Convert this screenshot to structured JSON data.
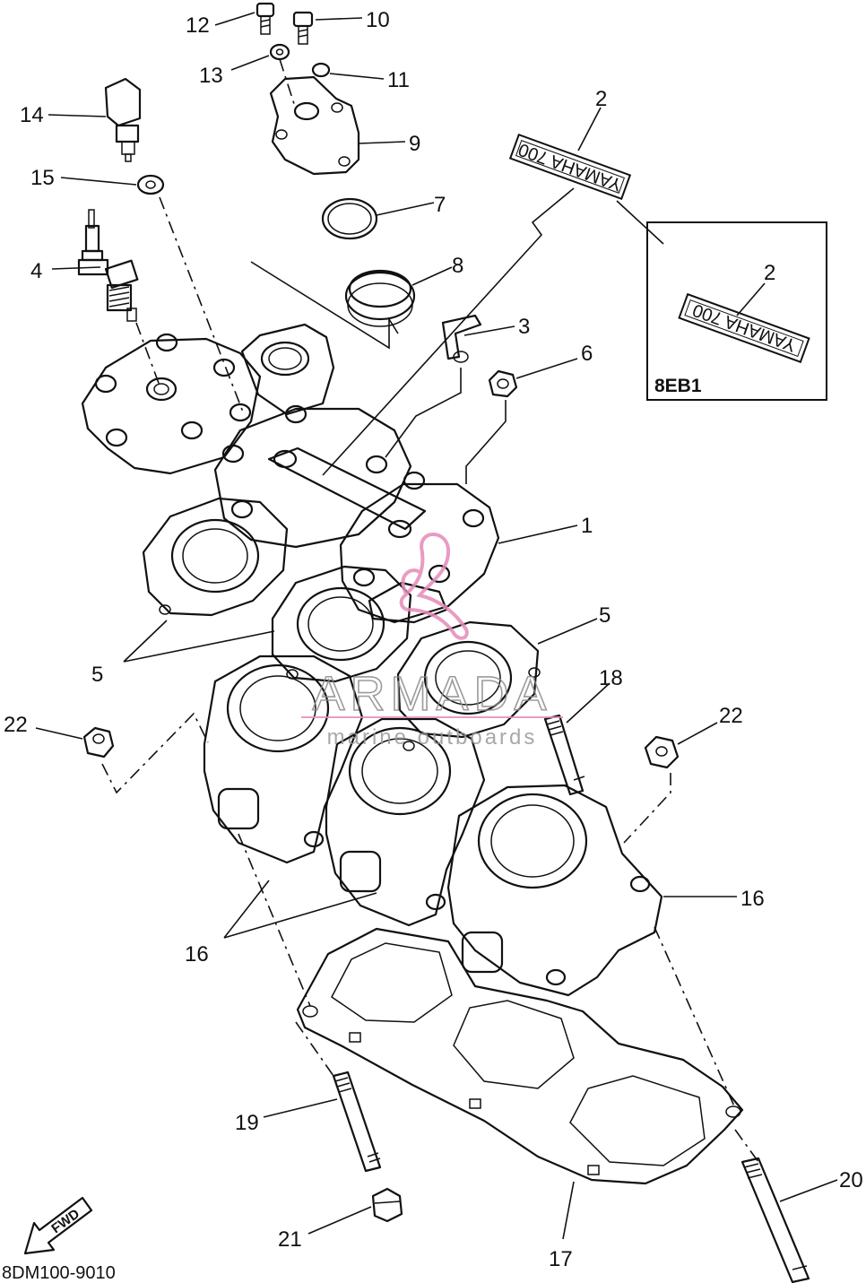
{
  "callouts": {
    "c1": "1",
    "c2a": "2",
    "c2b": "2",
    "c3": "3",
    "c4": "4",
    "c5a": "5",
    "c5b": "5",
    "c6": "6",
    "c7": "7",
    "c8": "8",
    "c9": "9",
    "c10": "10",
    "c11": "11",
    "c12": "12",
    "c13": "13",
    "c14": "14",
    "c15": "15",
    "c16a": "16",
    "c16b": "16",
    "c17": "17",
    "c18": "18",
    "c19": "19",
    "c20": "20",
    "c21": "21",
    "c22a": "22",
    "c22b": "22"
  },
  "inset": {
    "label": "8EB1"
  },
  "decal_text": "YAMAHA 700",
  "watermark": {
    "brand": "ARMADA",
    "tagline": "marine outboards",
    "color": "#e58bb8"
  },
  "fwd_marker": "FWD",
  "diagram_code": "8DM100-9010"
}
